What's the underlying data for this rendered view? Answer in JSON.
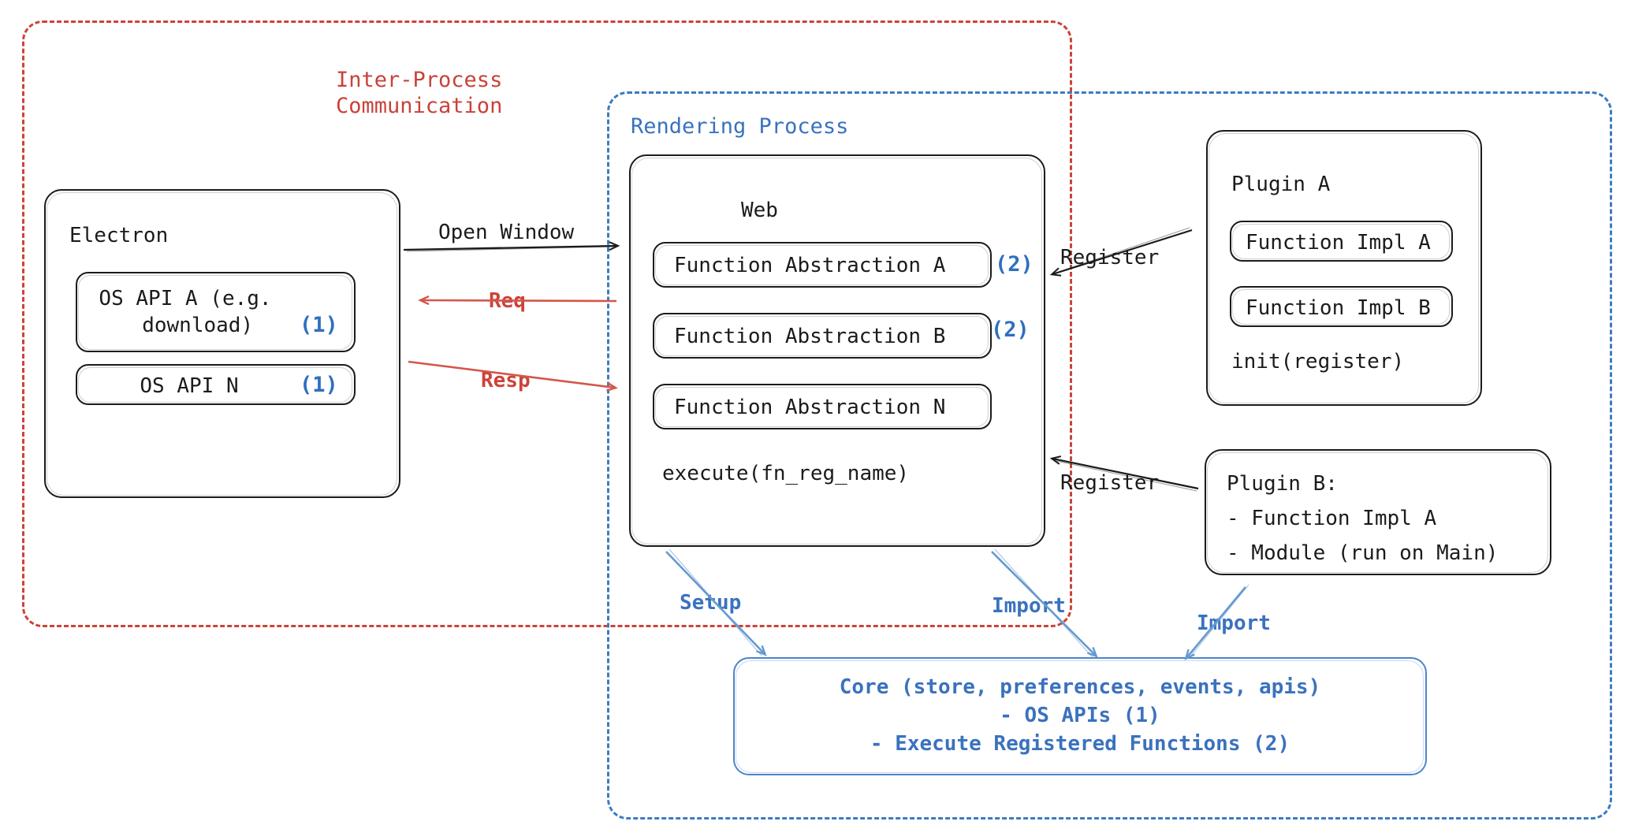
{
  "diagram": {
    "title": "Electron plugin architecture",
    "colors": {
      "ipc_red": "#cc4338",
      "render_blue": "#3d7bc0",
      "badge_blue": "#2f6fc0",
      "ink": "#1b1b1b"
    }
  },
  "zones": {
    "ipc": {
      "label": "Inter-Process\nCommunication"
    },
    "rendering": {
      "label": "Rendering Process"
    }
  },
  "electron": {
    "title": "Electron",
    "apis": [
      {
        "label": "OS API A (e.g.\n  download)",
        "badge": "(1)"
      },
      {
        "label": "OS API N",
        "badge": "(1)"
      }
    ]
  },
  "web": {
    "title": "Web",
    "abstractions": [
      {
        "label": "Function Abstraction A",
        "badge": "(2)"
      },
      {
        "label": "Function Abstraction B",
        "badge": "(2)"
      },
      {
        "label": "Function Abstraction N",
        "badge": ""
      }
    ],
    "footer": "execute(fn_reg_name)"
  },
  "plugin_a": {
    "title": "Plugin A",
    "impls": [
      "Function Impl A",
      "Function Impl B"
    ],
    "footer": "init(register)"
  },
  "plugin_b": {
    "lines": [
      "Plugin B:",
      "- Function Impl A",
      "- Module (run on Main)"
    ]
  },
  "core": {
    "lines": [
      "Core (store, preferences, events, apis)",
      "- OS APIs (1)",
      "- Execute Registered Functions (2)"
    ]
  },
  "arrows": {
    "open_window": "Open Window",
    "req": "Req",
    "resp": "Resp",
    "register_top": "Register",
    "register_bottom": "Register",
    "setup": "Setup",
    "import_web": "Import",
    "import_plugin": "Import"
  }
}
